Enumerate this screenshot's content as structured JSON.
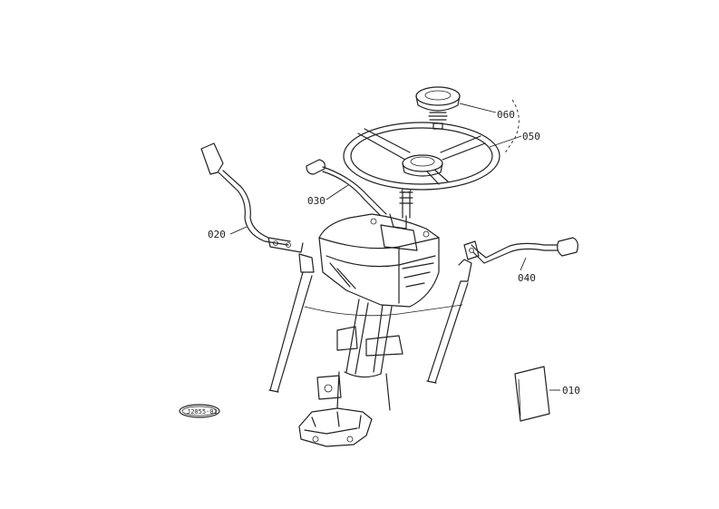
{
  "callouts": {
    "p010": "010",
    "p020": "020",
    "p030": "030",
    "p040": "040",
    "p050": "050",
    "p060": "060"
  },
  "drawing_code": "J2055-01",
  "colors": {
    "line": "#222222",
    "background": "#ffffff"
  }
}
